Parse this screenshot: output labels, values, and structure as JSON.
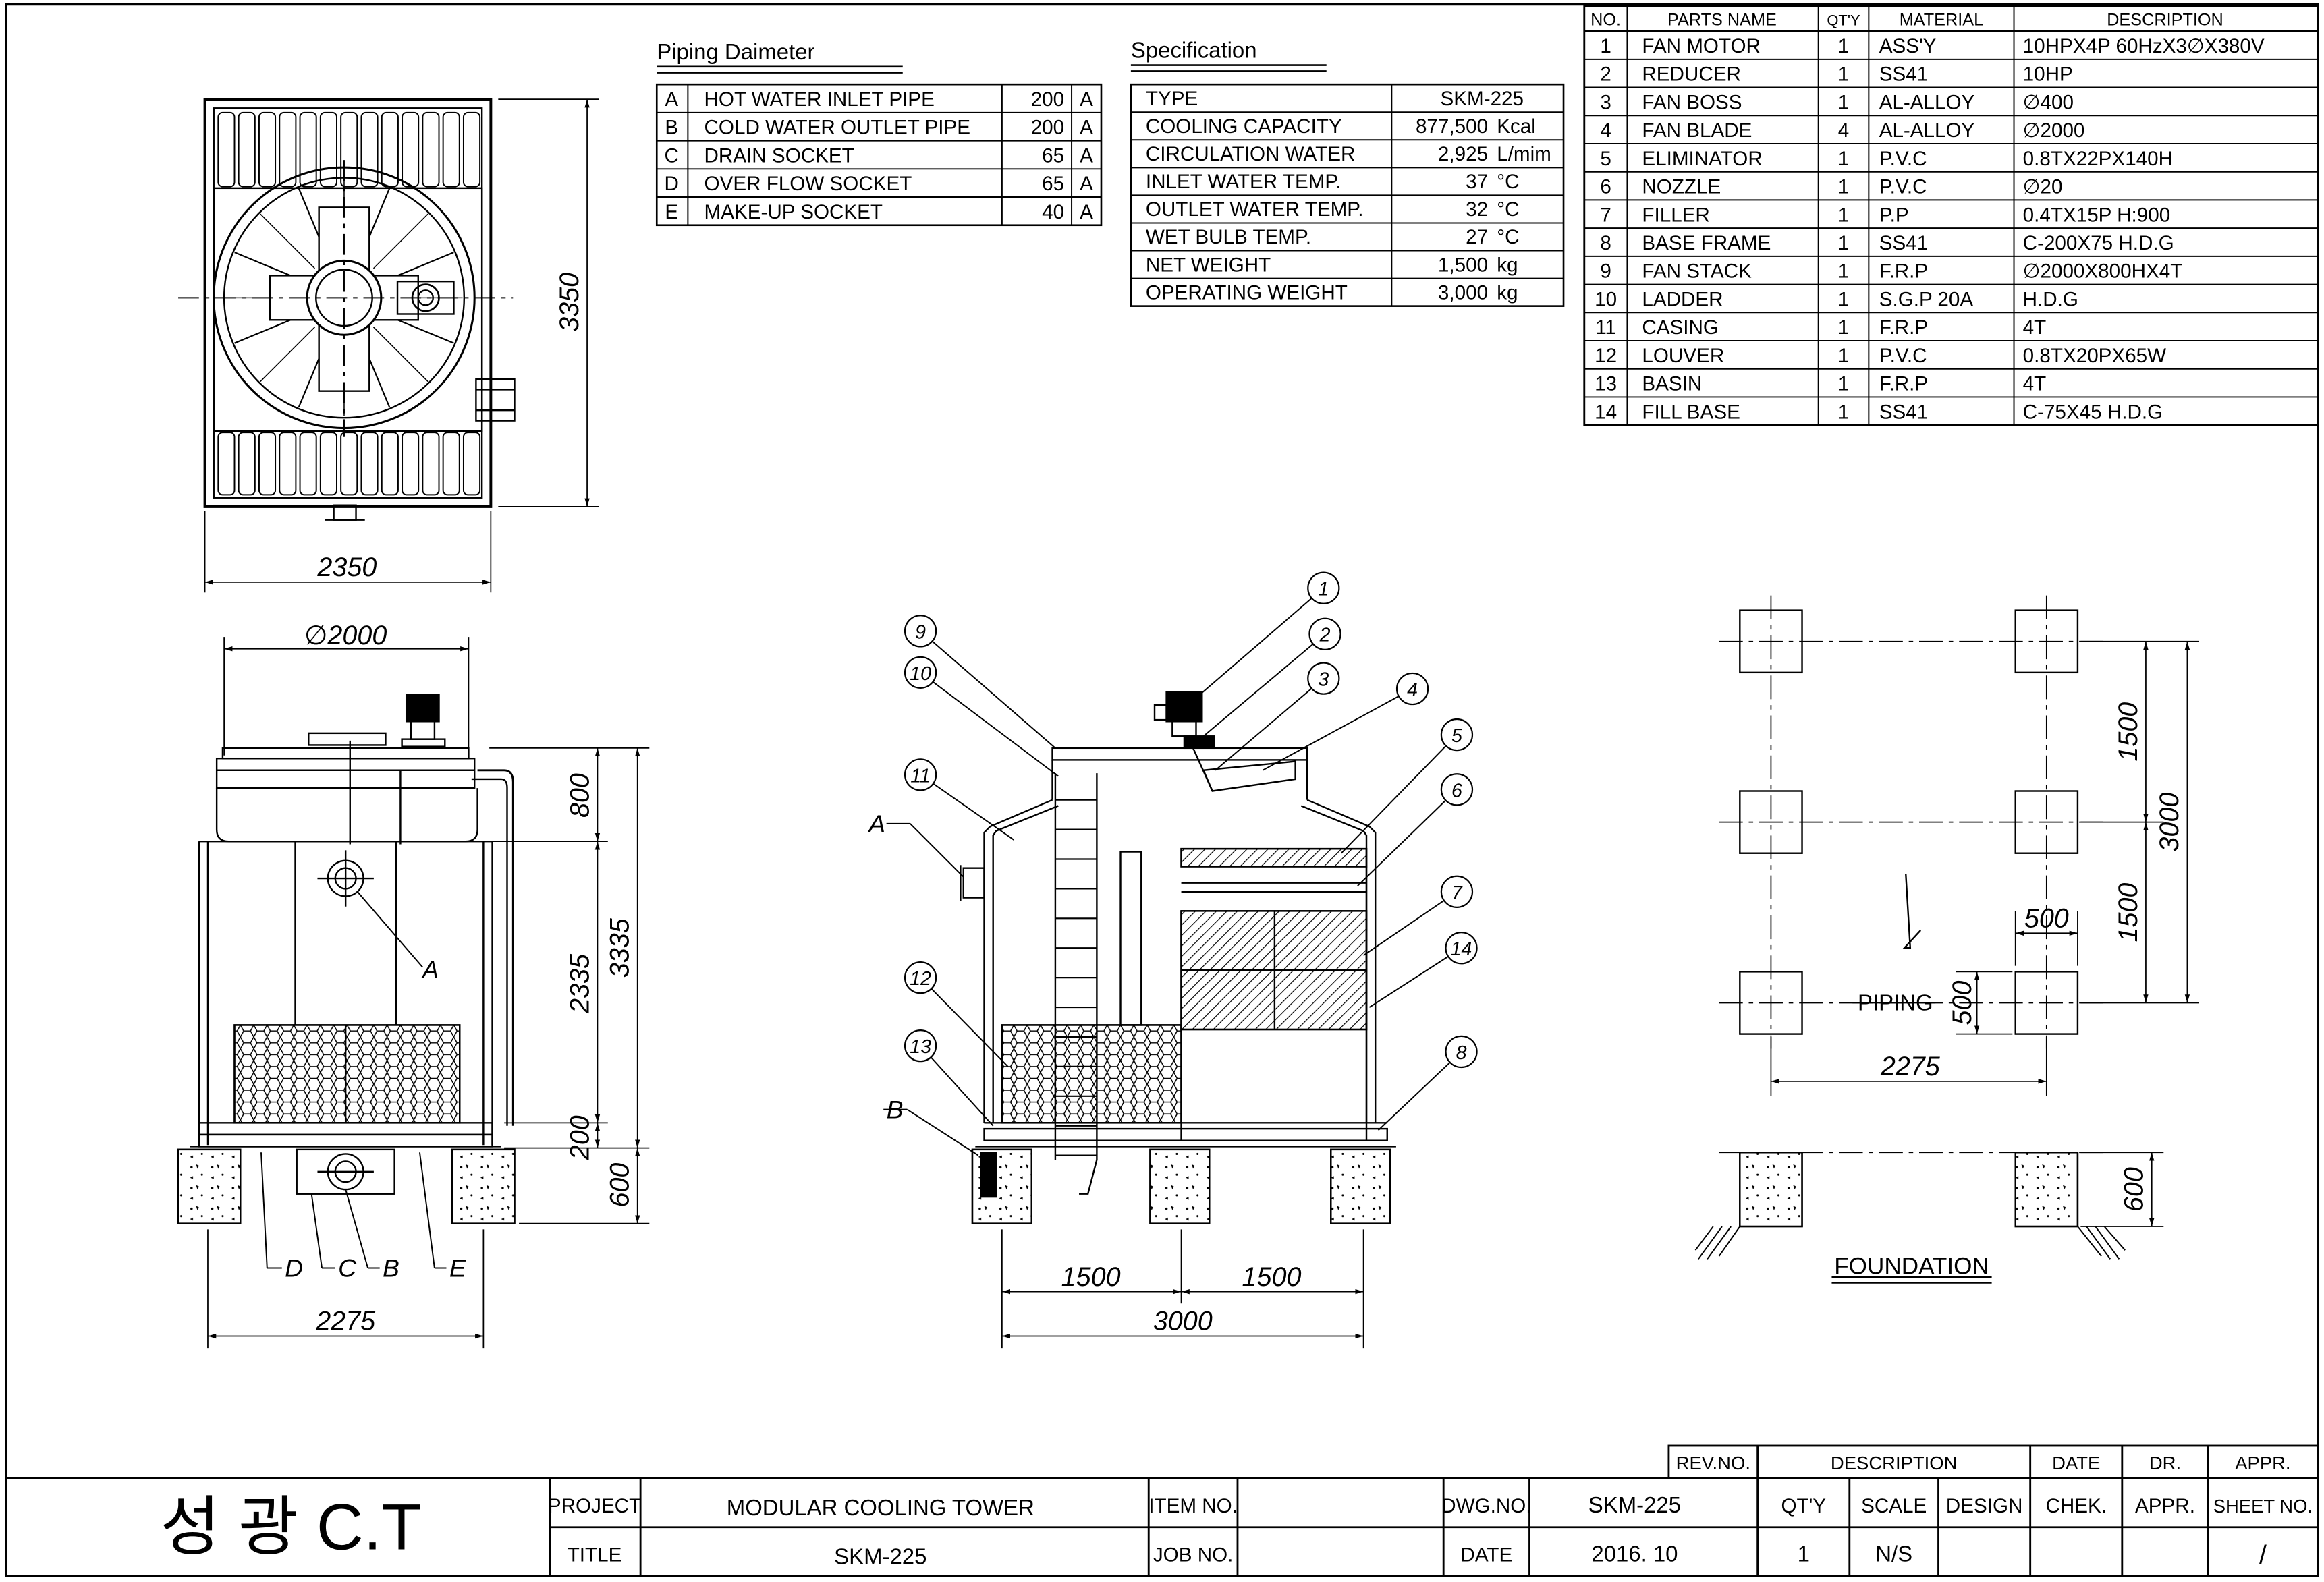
{
  "piping": {
    "title": "Piping Daimeter",
    "rows": [
      {
        "code": "A",
        "name": "HOT WATER INLET PIPE",
        "size": "200",
        "unit": "A"
      },
      {
        "code": "B",
        "name": "COLD WATER OUTLET PIPE",
        "size": "200",
        "unit": "A"
      },
      {
        "code": "C",
        "name": "DRAIN SOCKET",
        "size": "65",
        "unit": "A"
      },
      {
        "code": "D",
        "name": "OVER FLOW SOCKET",
        "size": "65",
        "unit": "A"
      },
      {
        "code": "E",
        "name": "MAKE-UP SOCKET",
        "size": "40",
        "unit": "A"
      }
    ]
  },
  "spec": {
    "title": "Specification",
    "rows": [
      {
        "label": "TYPE",
        "value": "SKM-225",
        "unit": ""
      },
      {
        "label": "COOLING CAPACITY",
        "value": "877,500",
        "unit": "Kcal"
      },
      {
        "label": "CIRCULATION WATER",
        "value": "2,925",
        "unit": "L/mim"
      },
      {
        "label": "INLET WATER TEMP.",
        "value": "37",
        "unit": "°C"
      },
      {
        "label": "OUTLET WATER TEMP.",
        "value": "32",
        "unit": "°C"
      },
      {
        "label": "WET BULB TEMP.",
        "value": "27",
        "unit": "°C"
      },
      {
        "label": "NET WEIGHT",
        "value": "1,500",
        "unit": "kg"
      },
      {
        "label": "OPERATING WEIGHT",
        "value": "3,000",
        "unit": "kg"
      }
    ]
  },
  "parts": {
    "headers": [
      "NO.",
      "PARTS NAME",
      "QT'Y",
      "MATERIAL",
      "DESCRIPTION"
    ],
    "rows": [
      [
        "1",
        "FAN MOTOR",
        "1",
        "ASS'Y",
        "10HPX4P   60HzX3∅X380V"
      ],
      [
        "2",
        "REDUCER",
        "1",
        "SS41",
        "10HP"
      ],
      [
        "3",
        "FAN BOSS",
        "1",
        "AL-ALLOY",
        "∅400"
      ],
      [
        "4",
        "FAN BLADE",
        "4",
        "AL-ALLOY",
        "∅2000"
      ],
      [
        "5",
        "ELIMINATOR",
        "1",
        "P.V.C",
        "0.8TX22PX140H"
      ],
      [
        "6",
        "NOZZLE",
        "1",
        "P.V.C",
        "∅20"
      ],
      [
        "7",
        "FILLER",
        "1",
        "P.P",
        "0.4TX15P   H:900"
      ],
      [
        "8",
        "BASE FRAME",
        "1",
        "SS41",
        "C-200X75   H.D.G"
      ],
      [
        "9",
        "FAN STACK",
        "1",
        "F.R.P",
        "∅2000X800HX4T"
      ],
      [
        "10",
        "LADDER",
        "1",
        "S.G.P 20A",
        "H.D.G"
      ],
      [
        "11",
        "CASING",
        "1",
        "F.R.P",
        "4T"
      ],
      [
        "12",
        "LOUVER",
        "1",
        "P.V.C",
        "0.8TX20PX65W"
      ],
      [
        "13",
        "BASIN",
        "1",
        "F.R.P",
        "4T"
      ],
      [
        "14",
        "FILL BASE",
        "1",
        "SS41",
        "C-75X45      H.D.G"
      ]
    ]
  },
  "dims": {
    "top_width": "2350",
    "top_height": "3350",
    "fan_dia": "∅2000",
    "front_800": "800",
    "front_2335": "2335",
    "front_3335": "3335",
    "front_200": "200",
    "front_600": "600",
    "front_width": "2275",
    "side_1500a": "1500",
    "side_1500b": "1500",
    "side_3000": "3000",
    "fdn_1500a": "1500",
    "fdn_1500b": "1500",
    "fdn_3000": "3000",
    "fdn_500a": "500",
    "fdn_500b": "500",
    "fdn_2275": "2275",
    "fdn_600": "600"
  },
  "labels": {
    "A": "A",
    "B": "B",
    "C": "C",
    "D": "D",
    "E": "E",
    "pipe_A": "A",
    "piping": "PIPING",
    "foundation": "FOUNDATION"
  },
  "balloons": [
    "1",
    "2",
    "3",
    "4",
    "5",
    "6",
    "7",
    "8",
    "9",
    "10",
    "11",
    "12",
    "13",
    "14"
  ],
  "title_block": {
    "company": "성  광  C.T",
    "rev_no": "REV.NO.",
    "rev_desc": "DESCRIPTION",
    "rev_date": "DATE",
    "rev_dr": "DR.",
    "rev_appr": "APPR.",
    "project_label": "PROJECT",
    "project": "MODULAR COOLING TOWER",
    "title_label": "TITLE",
    "title": "SKM-225",
    "item_no_label": "ITEM NO.",
    "job_no_label": "JOB NO.",
    "dwg_no_label": "DWG.NO.",
    "dwg_no": "SKM-225",
    "date_label": "DATE",
    "date": "2016. 10",
    "qty_label": "QT'Y",
    "qty": "1",
    "scale_label": "SCALE",
    "scale": "N/S",
    "design_label": "DESIGN",
    "chek_label": "CHEK.",
    "appr_label": "APPR.",
    "sheet_label": "SHEET NO.",
    "sheet": "/"
  }
}
